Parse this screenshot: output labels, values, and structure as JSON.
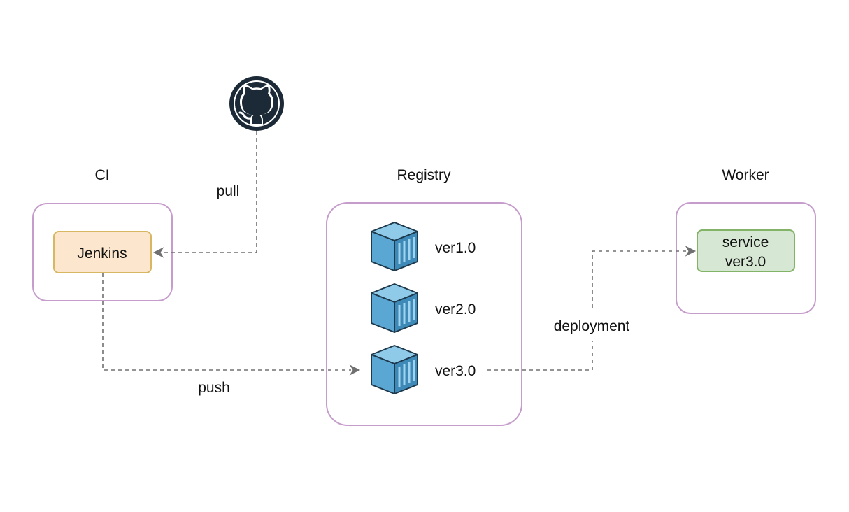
{
  "groups": {
    "ci": {
      "title": "CI"
    },
    "registry": {
      "title": "Registry"
    },
    "worker": {
      "title": "Worker"
    }
  },
  "nodes": {
    "jenkins": {
      "label": "Jenkins",
      "fill": "#fce6cd",
      "stroke": "#d8b763"
    },
    "service": {
      "line1": "service",
      "line2": "ver3.0",
      "fill": "#d6e8d4",
      "stroke": "#82b366"
    },
    "github": {
      "icon": "github-octocat-icon",
      "color": "#1b2a36"
    }
  },
  "registry_images": [
    {
      "label": "ver1.0",
      "icon": "container-icon"
    },
    {
      "label": "ver2.0",
      "icon": "container-icon"
    },
    {
      "label": "ver3.0",
      "icon": "container-icon"
    }
  ],
  "edges": {
    "pull": {
      "label": "pull"
    },
    "push": {
      "label": "push"
    },
    "deployment": {
      "label": "deployment"
    }
  },
  "colors": {
    "group_border": "#c59ccb",
    "edge": "#707070",
    "container_front": "#5aa7d4",
    "container_top": "#8fcbe8",
    "container_side": "#3d8ab8",
    "container_outline": "#1f3a4d"
  }
}
